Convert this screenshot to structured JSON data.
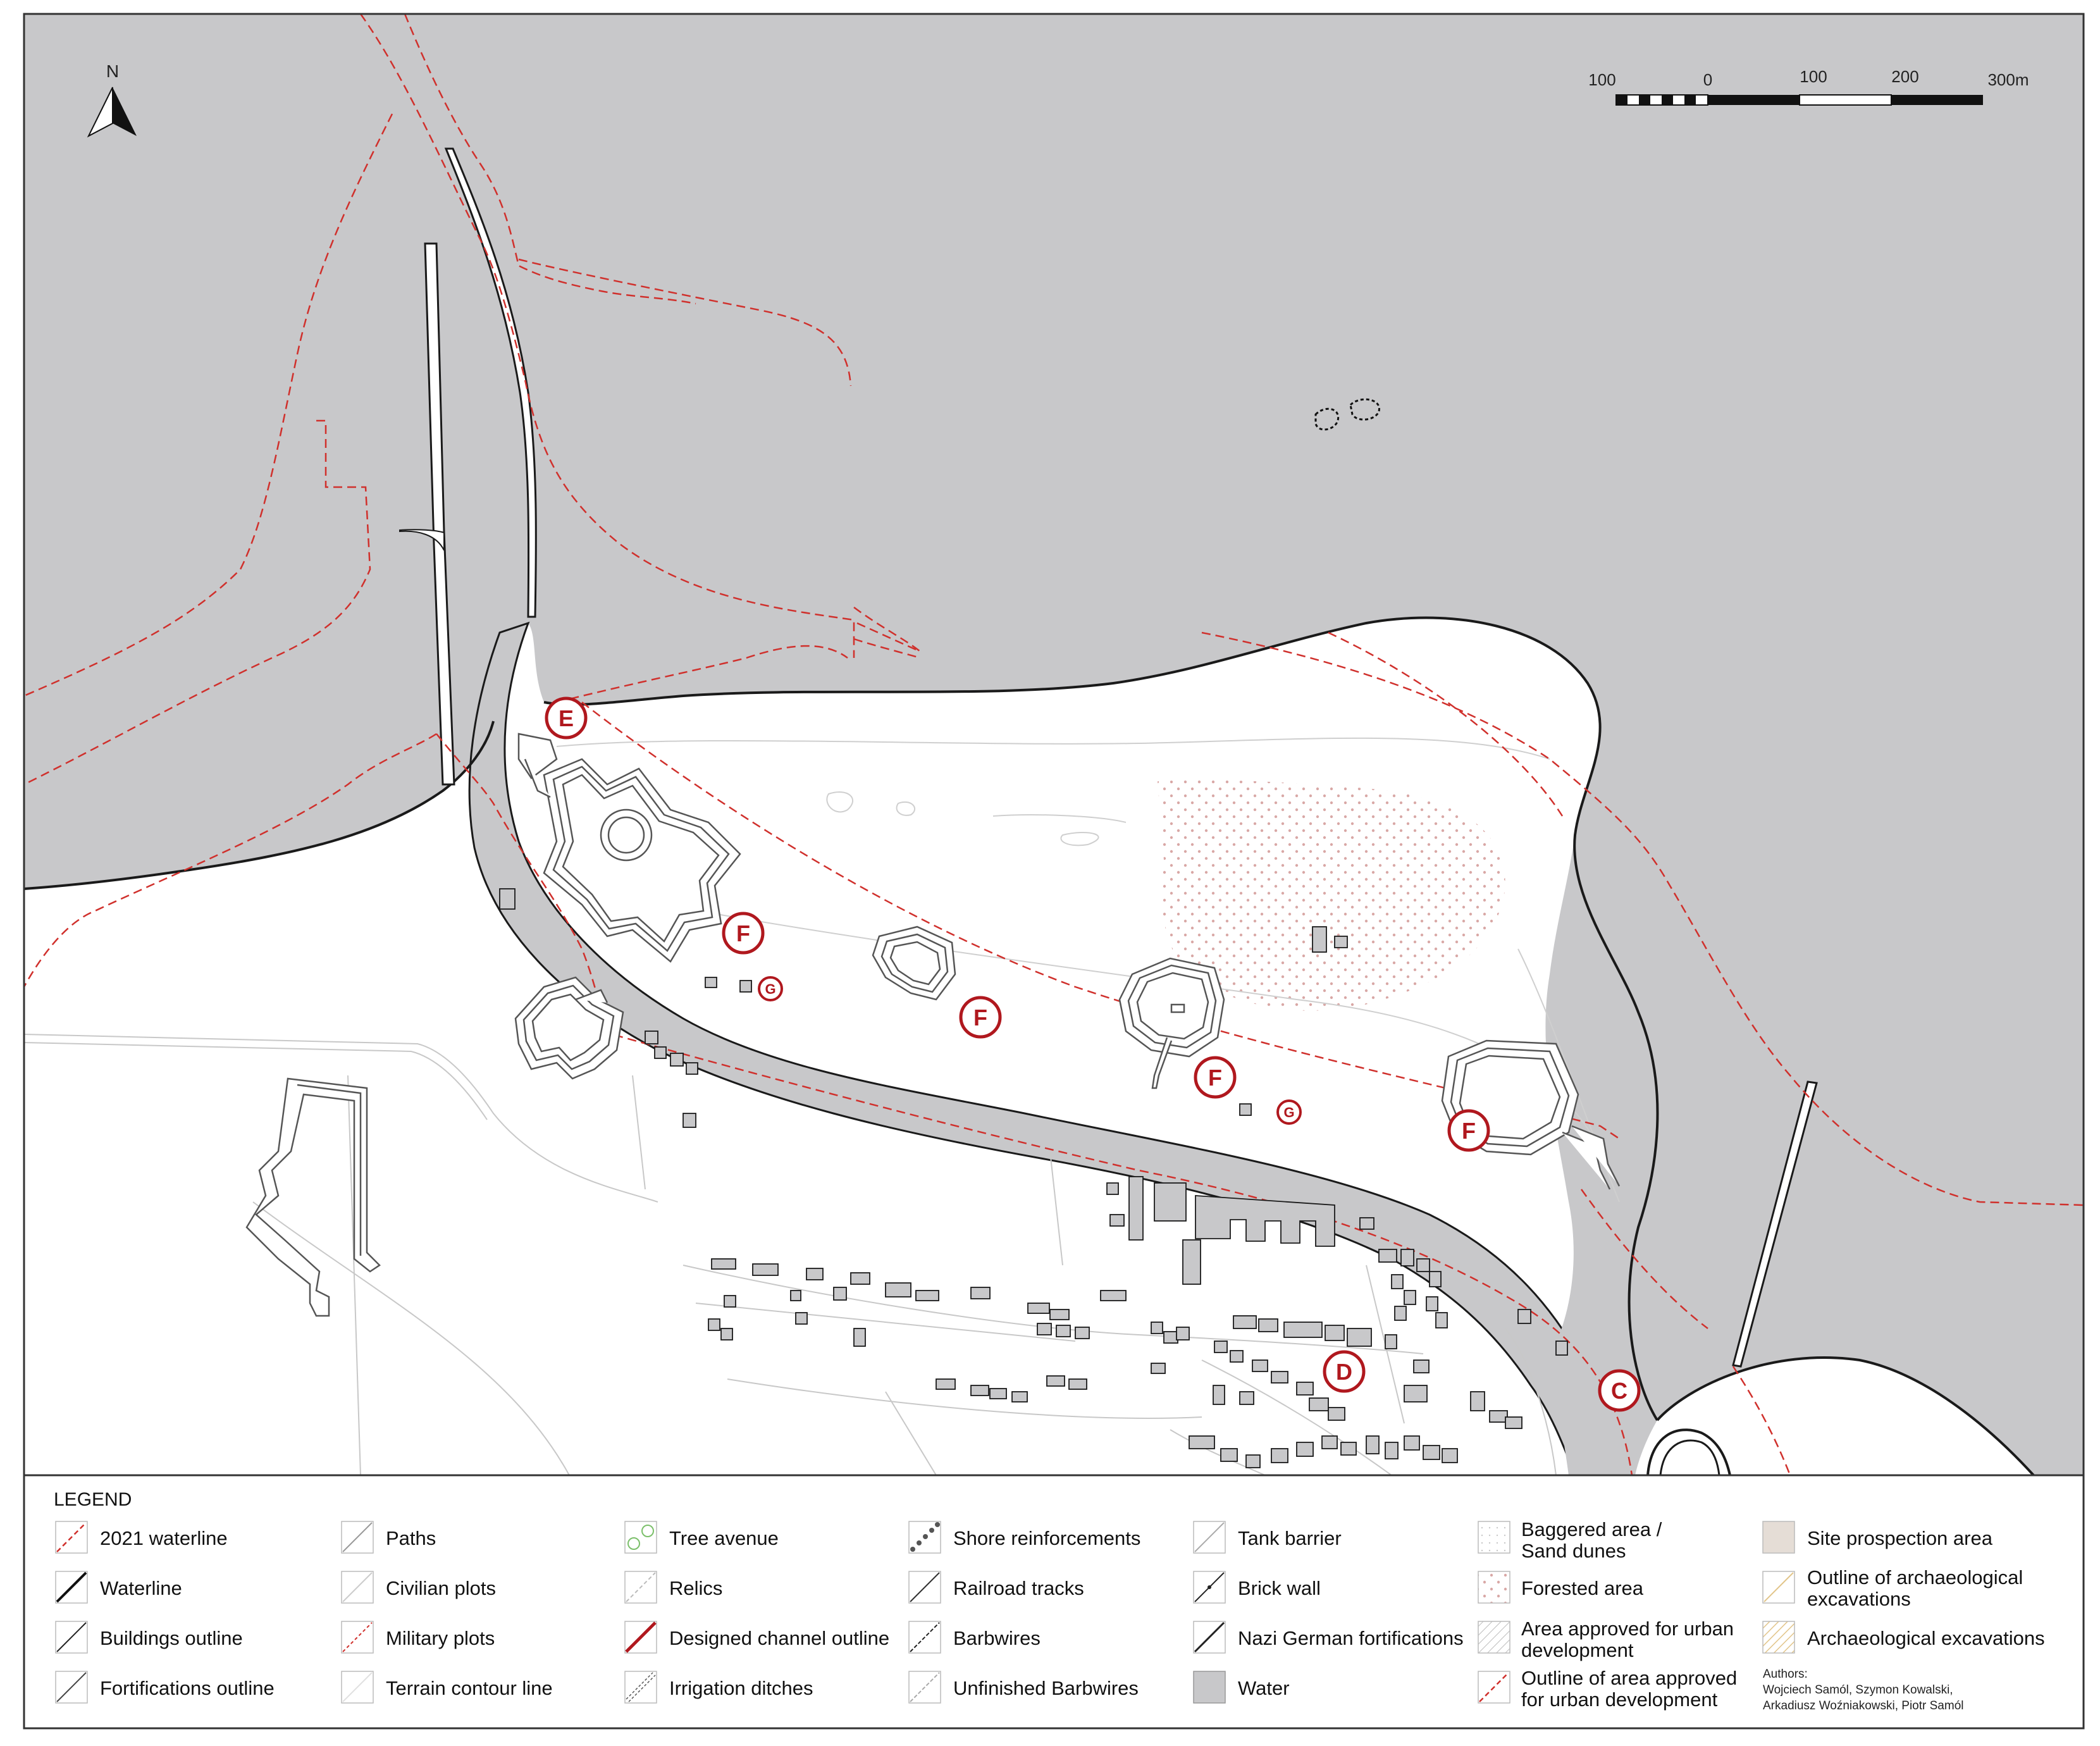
{
  "north_label": "N",
  "scale_bar": {
    "labels": [
      "100",
      "0",
      "100",
      "200",
      "300m"
    ]
  },
  "site_markers": {
    "E": "E",
    "F": "F",
    "G": "G",
    "D": "D",
    "C": "C"
  },
  "legend": {
    "title": "LEGEND",
    "col1": [
      "2021 waterline",
      "Waterline",
      "Buildings outline",
      "Fortifications outline"
    ],
    "col2": [
      "Paths",
      "Civilian plots",
      "Military plots",
      "Terrain contour line"
    ],
    "col3": [
      "Tree avenue",
      "Relics",
      "Designed channel outline",
      "Irrigation ditches"
    ],
    "col4": [
      "Shore reinforcements",
      "Railroad tracks",
      "Barbwires",
      "Unfinished Barbwires"
    ],
    "col5": [
      "Tank barrier",
      "Brick wall",
      "Nazi German fortifications",
      "Water"
    ],
    "col6": [
      [
        "Baggered area /",
        "Sand dunes"
      ],
      [
        "Forested area"
      ],
      [
        "Area approved for urban",
        "development"
      ],
      [
        "Outline of area approved",
        "for urban development"
      ]
    ],
    "col7": [
      [
        "Site prospection area"
      ],
      [
        "Outline of archaeological",
        "excavations"
      ],
      [
        "Archaeological excavations"
      ]
    ],
    "authors": [
      "Authors:",
      "Wojciech Samól, Szymon Kowalski,",
      "Arkadiusz Woźniakowski, Piotr Samól"
    ]
  },
  "colors": {
    "water": "#c8c8ca",
    "land": "#ffffff",
    "accent_red": "#b0181e",
    "dashed_red": "#d0302c",
    "line": "#1a1a1a",
    "fortification": "#555555"
  }
}
